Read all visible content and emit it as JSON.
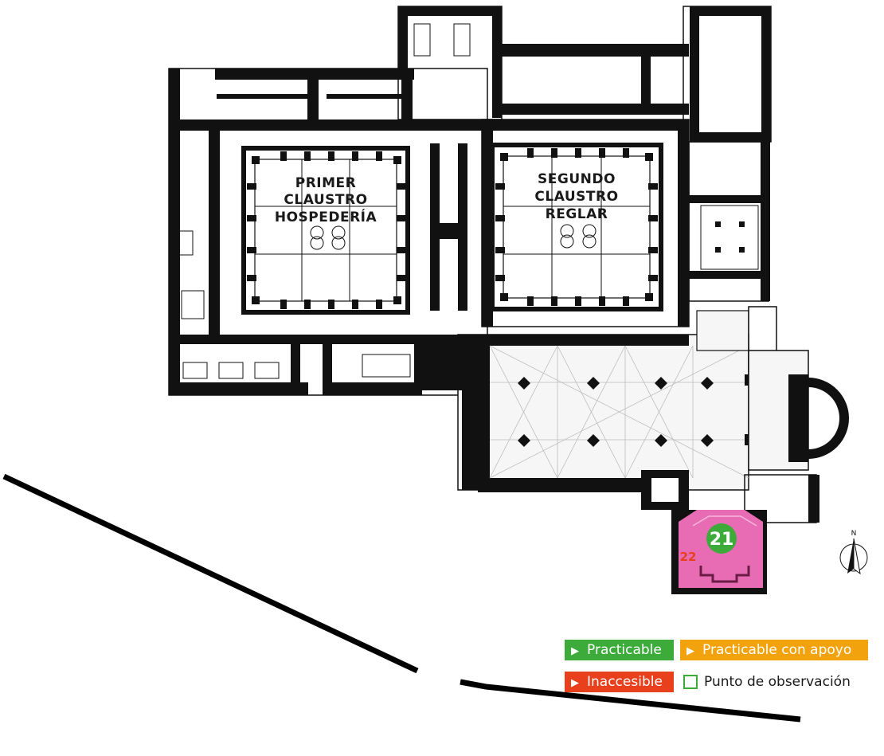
{
  "map": {
    "rooms": [
      {
        "id": "primer-claustro",
        "lines": [
          "PRIMER",
          "CLAUSTRO",
          "HOSPEDERÍA"
        ]
      },
      {
        "id": "segundo-claustro",
        "lines": [
          "SEGUNDO",
          "CLAUSTRO",
          "REGLAR"
        ]
      }
    ],
    "highlight": {
      "color": "#e86cb3",
      "point_number": "21",
      "point_color": "#3cab3a",
      "secondary_number": "22",
      "secondary_color": "#e8401c"
    },
    "north_label": "N"
  },
  "legend": {
    "practicable": {
      "label": "Practicable",
      "icon": "right-triangle-icon",
      "color": "#3cab3a"
    },
    "apoyo": {
      "label": "Practicable con apoyo",
      "icon": "right-triangle-icon",
      "color": "#f2a20c"
    },
    "inaccesible": {
      "label": "Inaccesible",
      "icon": "right-triangle-icon",
      "color": "#e8401c"
    },
    "observacion": {
      "label": "Punto de observación",
      "icon": "square-outline-icon",
      "color": "#3cab3a"
    }
  }
}
